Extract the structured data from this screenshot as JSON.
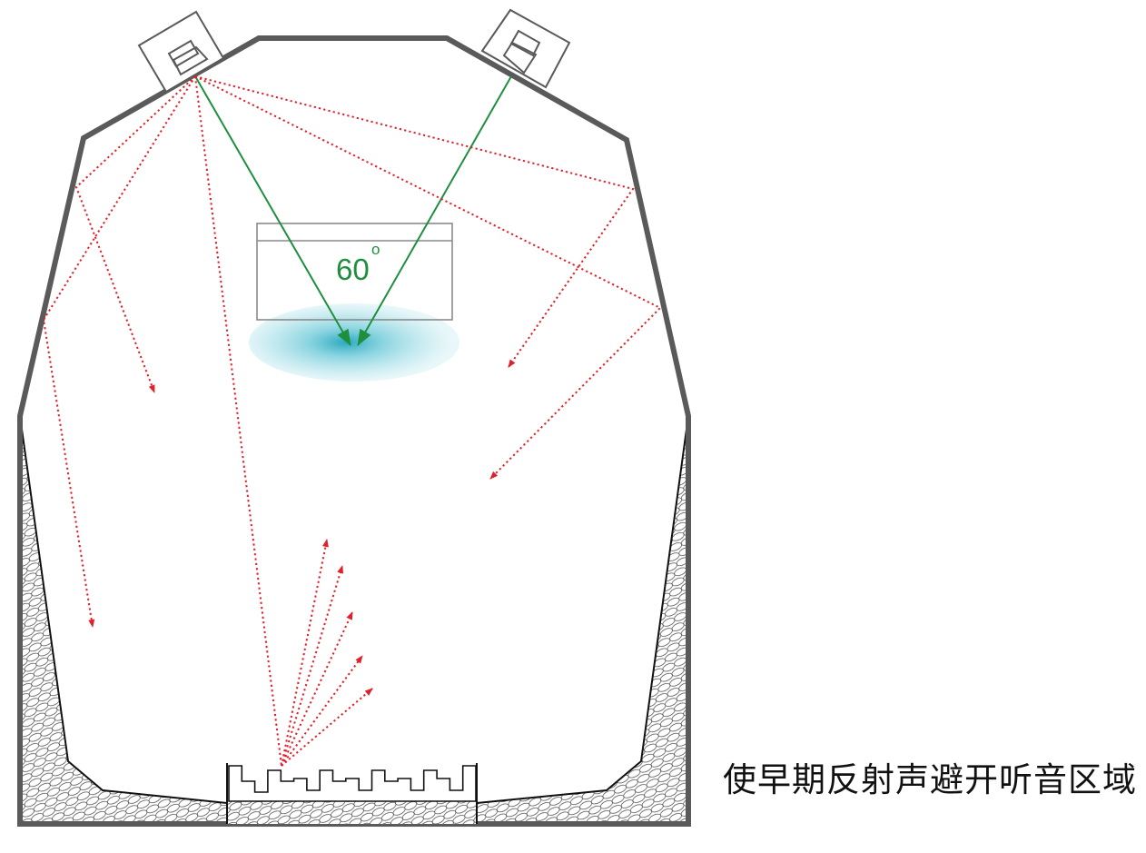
{
  "diagram": {
    "caption": "使早期反射声避开听音区域",
    "angle_value": "60",
    "angle_unit": "o",
    "colors": {
      "wall": "#5a5a5a",
      "direct_sound": "#1f8f3f",
      "reflection": "#e0202a",
      "listening_zone": "#3cb4c8",
      "diffuser": "#222222"
    }
  }
}
